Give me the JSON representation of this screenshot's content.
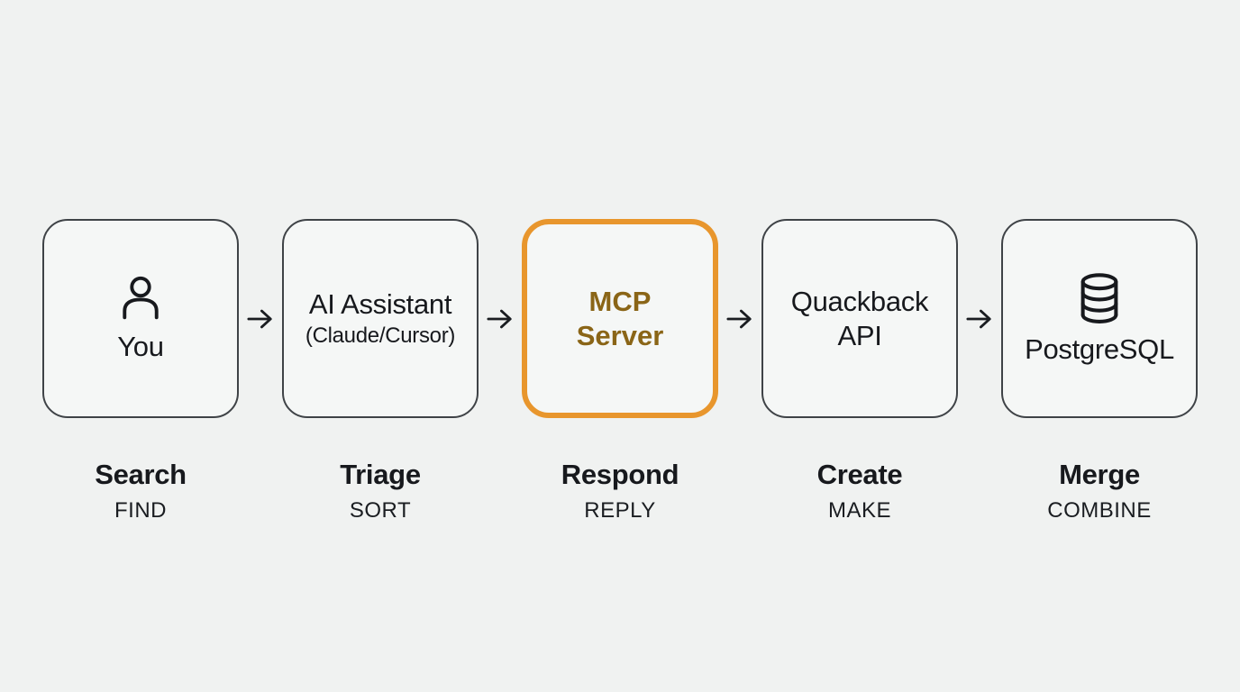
{
  "diagram": {
    "type": "pipeline-flow",
    "direction": "left-to-right",
    "colors": {
      "background": "#f0f2f1",
      "box_fill": "#f5f7f6",
      "box_border": "#3f4347",
      "highlight_border": "#e8962d",
      "highlight_text": "#8a6517",
      "text": "#17191d"
    },
    "arrow_glyph": "→",
    "stages": [
      {
        "name": "you",
        "icon": "user-icon",
        "title": "You",
        "label": "Search",
        "sublabel": "FIND",
        "highlighted": false
      },
      {
        "name": "ai-assistant",
        "title": "AI Assistant",
        "subtitle": "(Claude/Cursor)",
        "label": "Triage",
        "sublabel": "SORT",
        "highlighted": false
      },
      {
        "name": "mcp-server",
        "title_line1": "MCP",
        "title_line2": "Server",
        "label": "Respond",
        "sublabel": "REPLY",
        "highlighted": true
      },
      {
        "name": "quackback-api",
        "title_line1": "Quackback",
        "title_line2": "API",
        "label": "Create",
        "sublabel": "MAKE",
        "highlighted": false
      },
      {
        "name": "postgresql",
        "icon": "database-icon",
        "title": "PostgreSQL",
        "label": "Merge",
        "sublabel": "COMBINE",
        "highlighted": false
      }
    ]
  }
}
